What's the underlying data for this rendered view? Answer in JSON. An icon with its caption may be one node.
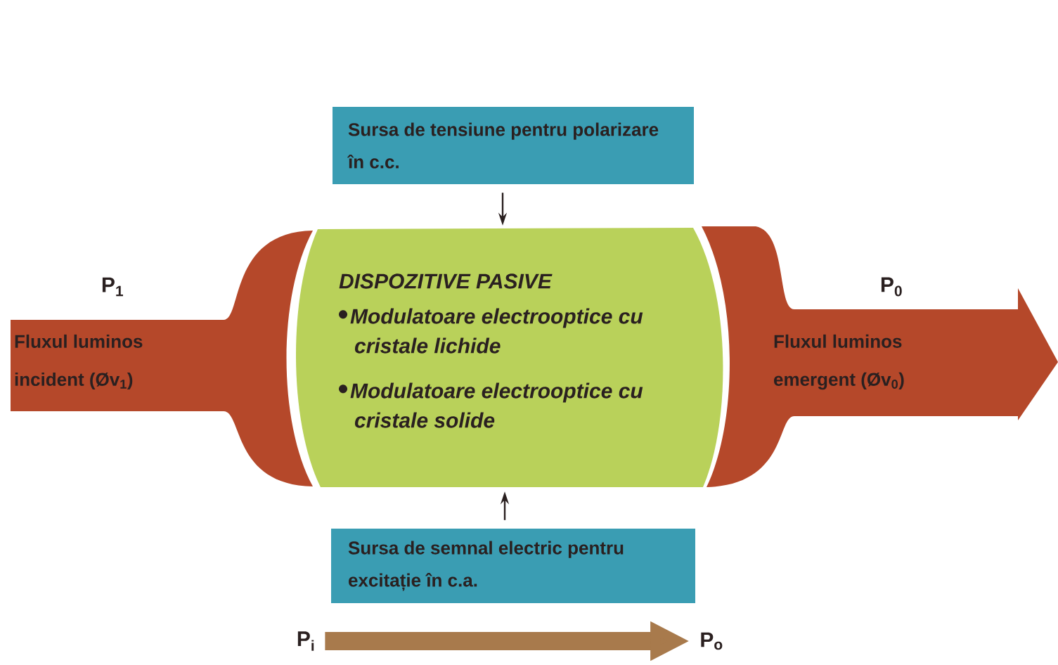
{
  "diagram": {
    "nodes": [
      {
        "text": [
          "Sursa de tensiune pentru polarizare în c.c."
        ]
      },
      {
        "text": [
          "DISPOZITIVE PASIVE",
          "Modulatoare electrooptice cu cristale lichide",
          "Modulatoare electrooptice cu cristale solide"
        ]
      },
      {
        "text": [
          "Sursa de semnal electric pentru excitație în c.a."
        ]
      },
      {
        "text": [
          "Fluxul luminos incident (Øv$_{1}$)"
        ],
        "beside": [
          "P$_{1}$"
        ]
      },
      {
        "text": [
          "Fluxul luminos emergent (Øv$_{0}$)"
        ],
        "beside": [
          "P$_{0}$"
        ]
      },
      {
        "text": [
          "P$_{i}$"
        ]
      },
      {
        "text": [
          "P$_{o}$"
        ]
      }
    ],
    "edges": [
      {
        "from": 0,
        "to": 1,
        "arrow": "to"
      },
      {
        "from": 2,
        "to": 1,
        "arrow": "to"
      },
      {
        "from": 5,
        "to": 6,
        "arrow": "to",
        "style": "thick",
        "color": "#a87a4c"
      }
    ]
  }
}
